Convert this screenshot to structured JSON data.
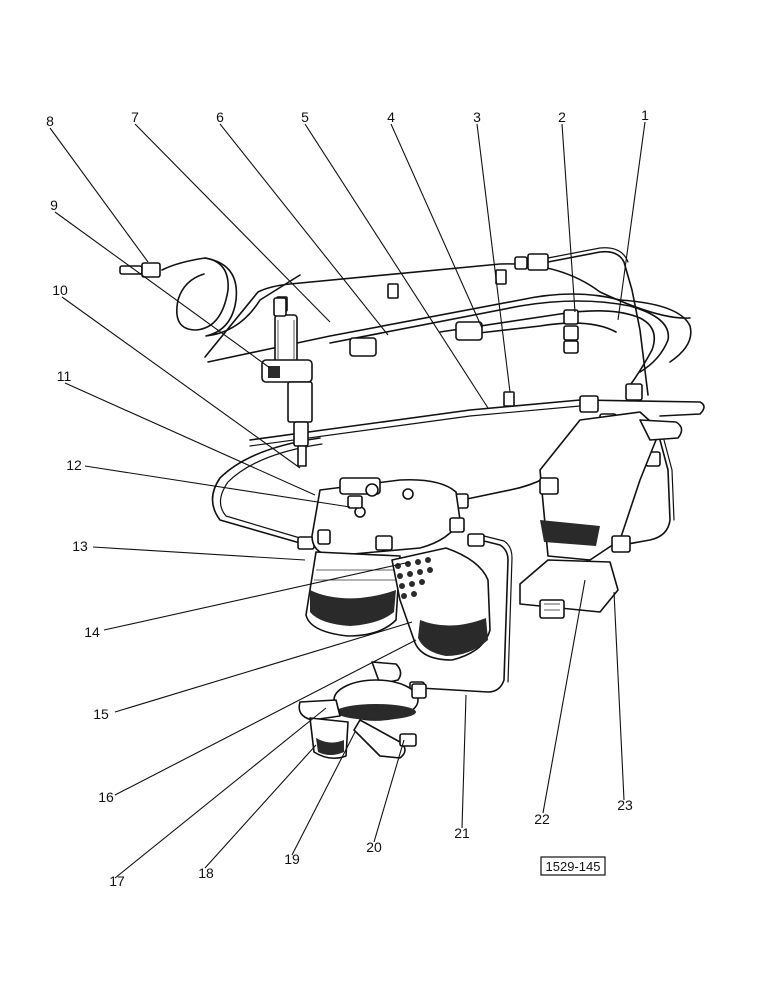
{
  "callouts": [
    {
      "id": "1",
      "text": "1"
    },
    {
      "id": "2",
      "text": "2"
    },
    {
      "id": "3",
      "text": "3"
    },
    {
      "id": "4",
      "text": "4"
    },
    {
      "id": "5",
      "text": "5"
    },
    {
      "id": "6",
      "text": "6"
    },
    {
      "id": "7",
      "text": "7"
    },
    {
      "id": "8",
      "text": "8"
    },
    {
      "id": "9",
      "text": "9"
    },
    {
      "id": "10",
      "text": "10"
    },
    {
      "id": "11",
      "text": "11"
    },
    {
      "id": "12",
      "text": "12"
    },
    {
      "id": "13",
      "text": "13"
    },
    {
      "id": "14",
      "text": "14"
    },
    {
      "id": "15",
      "text": "15"
    },
    {
      "id": "16",
      "text": "16"
    },
    {
      "id": "17",
      "text": "17"
    },
    {
      "id": "18",
      "text": "18"
    },
    {
      "id": "19",
      "text": "19"
    },
    {
      "id": "20",
      "text": "20"
    },
    {
      "id": "21",
      "text": "21"
    },
    {
      "id": "22",
      "text": "22"
    },
    {
      "id": "23",
      "text": "23"
    }
  ],
  "reference_code": "1529-145"
}
